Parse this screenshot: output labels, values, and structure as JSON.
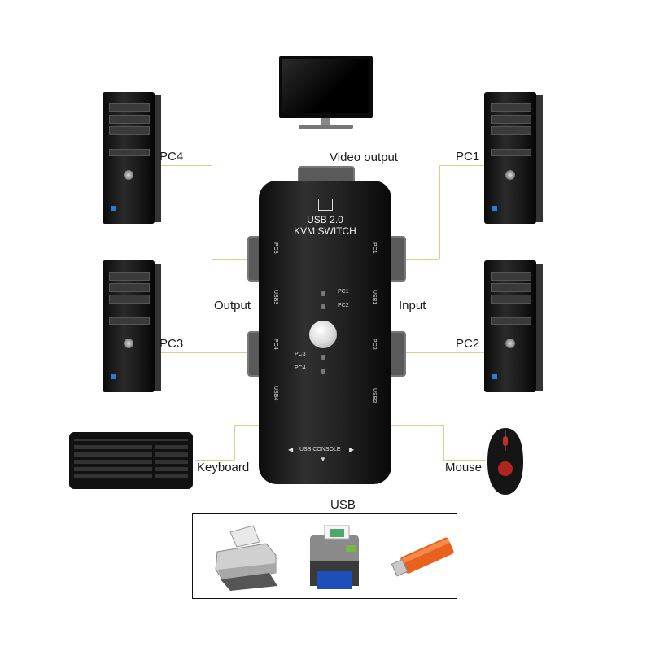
{
  "labels": {
    "video_output": "Video output",
    "pc1": "PC1",
    "pc2": "PC2",
    "pc3": "PC3",
    "pc4": "PC4",
    "output": "Output",
    "input": "Input",
    "keyboard": "Keyboard",
    "mouse": "Mouse",
    "usb": "USB"
  },
  "kvm": {
    "title_line1": "USB 2.0",
    "title_line2": "KVM SWITCH",
    "port_pc1": "PC1",
    "port_pc2": "PC2",
    "port_pc3": "PC3",
    "port_pc4": "PC4",
    "port_usb1": "USB1",
    "port_usb2": "USB2",
    "port_usb3": "USB3",
    "port_usb4": "USB4",
    "led_pc1": "PC1",
    "led_pc2": "PC2",
    "led_pc3": "PC3",
    "led_pc4": "PC4",
    "console": "USB CONSOLE"
  },
  "colors": {
    "connector_line": "#e3c98a",
    "device_body": "#1a1a1a",
    "usb_stick": "#e8621e"
  },
  "icons": [
    "monitor-icon",
    "tower-pc-icon",
    "keyboard-icon",
    "mouse-icon",
    "inkjet-printer-icon",
    "photo-printer-icon",
    "usb-stick-icon"
  ]
}
